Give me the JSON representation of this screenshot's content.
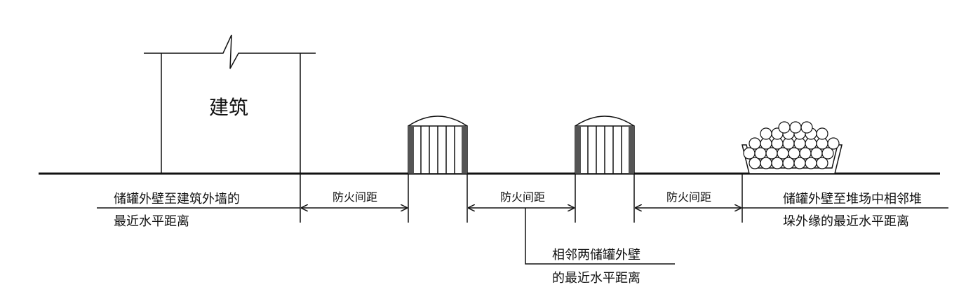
{
  "labels": {
    "building": "建筑",
    "spacing_1": "防火间距",
    "spacing_2": "防火间距",
    "spacing_3": "防火间距",
    "tank_to_building_line1": "储罐外壁至建筑外墙的",
    "tank_to_building_line2": "最近水平距离",
    "between_tanks_line1": "相邻两储罐外壁",
    "between_tanks_line2": "的最近水平距离",
    "tank_to_stack_line1": "储罐外壁至堆场中相邻堆",
    "tank_to_stack_line2": "垛外缘的最近水平距离"
  },
  "icons": {
    "building": "building-outline-with-break",
    "tank": "storage-tank-icon",
    "stack": "log-stack-icon"
  },
  "colors": {
    "line": "#111111",
    "tank_wall": "#555555",
    "background": "#ffffff"
  }
}
